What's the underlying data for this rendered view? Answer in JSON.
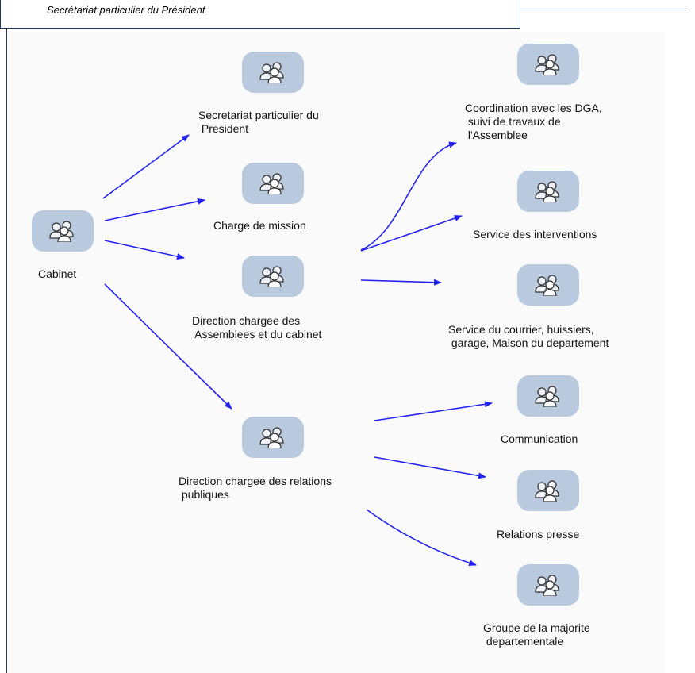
{
  "header": {
    "title": "Secrétariat particulier du Président"
  },
  "diagram": {
    "edge_color": "#2222ee",
    "node_color": "#b9c9de",
    "icon": "people-icon",
    "nodes": [
      {
        "id": "cabinet",
        "label": "Cabinet"
      },
      {
        "id": "secretariat",
        "label": "Secretariat particulier du\n President"
      },
      {
        "id": "charge-mission",
        "label": "Charge de mission"
      },
      {
        "id": "direction-assemblees",
        "label": "Direction chargee des\n Assemblees et du cabinet"
      },
      {
        "id": "direction-relations",
        "label": "Direction chargee des relations\n publiques"
      },
      {
        "id": "coordination",
        "label": "Coordination avec les DGA,\n suivi de travaux de\n l'Assemblee"
      },
      {
        "id": "service-interventions",
        "label": "Service des interventions"
      },
      {
        "id": "service-courrier",
        "label": "Service du courrier, huissiers,\n garage, Maison du departement"
      },
      {
        "id": "communication",
        "label": "Communication"
      },
      {
        "id": "relations-presse",
        "label": "Relations presse"
      },
      {
        "id": "groupe-majorite",
        "label": "Groupe de la majorite\n departementale"
      }
    ],
    "edges": [
      {
        "from": "cabinet",
        "to": "secretariat"
      },
      {
        "from": "cabinet",
        "to": "charge-mission"
      },
      {
        "from": "cabinet",
        "to": "direction-assemblees"
      },
      {
        "from": "cabinet",
        "to": "direction-relations"
      },
      {
        "from": "direction-assemblees",
        "to": "coordination"
      },
      {
        "from": "direction-assemblees",
        "to": "service-interventions"
      },
      {
        "from": "direction-assemblees",
        "to": "service-courrier"
      },
      {
        "from": "direction-relations",
        "to": "communication"
      },
      {
        "from": "direction-relations",
        "to": "relations-presse"
      },
      {
        "from": "direction-relations",
        "to": "groupe-majorite"
      }
    ]
  }
}
